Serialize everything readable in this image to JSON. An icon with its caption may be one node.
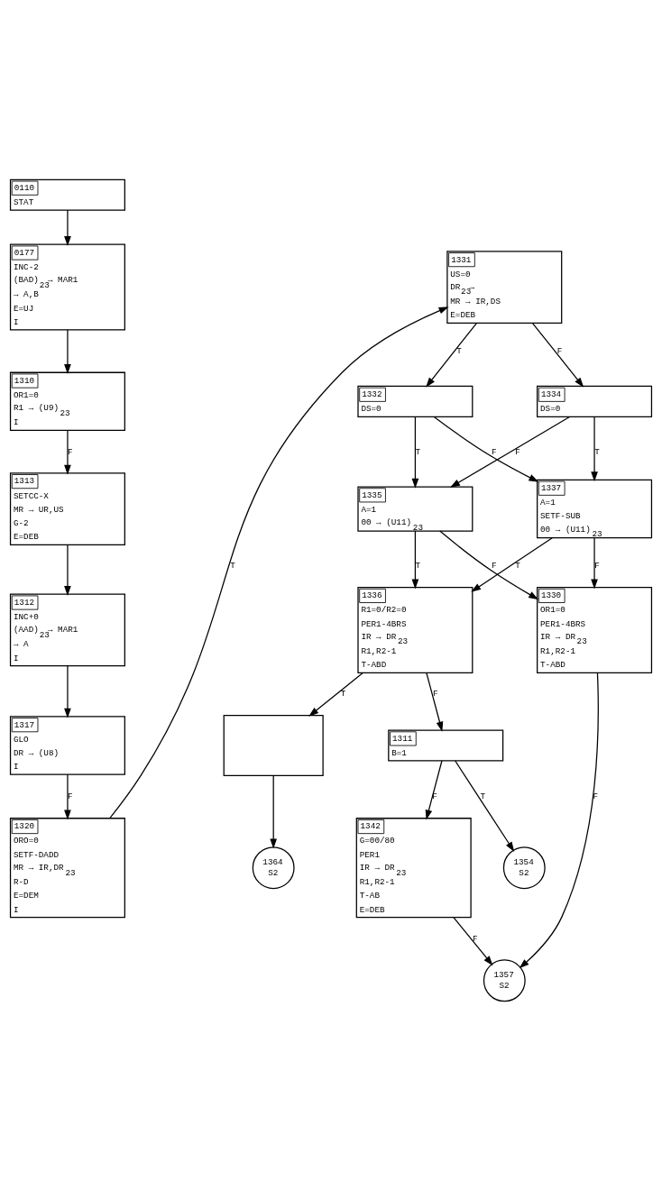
{
  "diagram": {
    "nodes": [
      {
        "text": [
          "0110",
          "STAT"
        ]
      },
      {
        "text": [
          "0177",
          "INC-2",
          "(BAD)$_{23}$→ MAR1",
          "→ A,B",
          "E=UJ",
          "I"
        ]
      },
      {
        "text": [
          "1310",
          "OR1=0",
          "R1 → (U9)$_{23}$",
          "I"
        ]
      },
      {
        "text": [
          "1313",
          "SETCC-X",
          "MR → UR,US",
          "G-2",
          "E=DEB"
        ]
      },
      {
        "text": [
          "1312",
          "INC+0",
          "(AAD)$_{23}$→ MAR1",
          "→ A",
          "I"
        ]
      },
      {
        "text": [
          "1317",
          "GLO",
          "DR → (U8)",
          "I"
        ]
      },
      {
        "text": [
          "1320",
          "ORO=0",
          "SETF-DADD",
          "MR → IR,DR$_{23}$",
          "R-D",
          "E=DEM",
          "I"
        ]
      },
      {
        "text": [
          "1331",
          "US=0",
          "DR$_{23}$→",
          "MR → IR,DS",
          "E=DEB"
        ]
      },
      {
        "text": [
          "1332",
          "DS=0"
        ]
      },
      {
        "text": [
          "1334",
          "DS=0"
        ]
      },
      {
        "text": [
          "1335",
          "A=1",
          "00 → (U11)$_{23}$"
        ]
      },
      {
        "text": [
          "1337",
          "A=1",
          "SETF-SUB",
          "00 → (U11)$_{23}$"
        ]
      },
      {
        "text": [
          "1336",
          "R1=0/R2=0",
          "PER1-4BRS",
          "IR → DR$_{23}$",
          "R1,R2-1",
          "T-ABD"
        ]
      },
      {
        "text": [
          "1330",
          "OR1=0",
          "PER1-4BRS",
          "IR → DR$_{23}$",
          "R1,R2-1",
          "T-ABD"
        ]
      },
      {
        "text": [],
        "shape": "box"
      },
      {
        "text": [
          "1311",
          "B=1"
        ]
      },
      {
        "text": [
          "1364",
          "S2"
        ]
      },
      {
        "text": [
          "1354",
          "S2"
        ]
      },
      {
        "text": [
          "1342",
          "G=00/80",
          "PER1",
          "IR → DR$_{23}$",
          "R1,R2-1",
          "T-AB",
          "E=DEB"
        ]
      },
      {
        "text": [
          "1357",
          "S2"
        ]
      }
    ],
    "edges": [
      {
        "from": 0,
        "to": 1,
        "arrow": "to"
      },
      {
        "from": 1,
        "to": 2,
        "arrow": "to"
      },
      {
        "from": 2,
        "to": 3,
        "arrow": "to",
        "label": "F"
      },
      {
        "from": 3,
        "to": 4,
        "arrow": "to"
      },
      {
        "from": 4,
        "to": 5,
        "arrow": "to"
      },
      {
        "from": 5,
        "to": 6,
        "arrow": "to",
        "label": "F"
      },
      {
        "from": 6,
        "to": 7,
        "arrow": "to",
        "label": "T"
      },
      {
        "from": 7,
        "to": 8,
        "arrow": "to",
        "label": "T"
      },
      {
        "from": 7,
        "to": 9,
        "arrow": "to",
        "label": "F"
      },
      {
        "from": 8,
        "to": 10,
        "arrow": "to",
        "label": "T"
      },
      {
        "from": 9,
        "to": 10,
        "arrow": "to",
        "label": "F"
      },
      {
        "from": 8,
        "to": 11,
        "arrow": "to",
        "label": "F"
      },
      {
        "from": 9,
        "to": 11,
        "arrow": "to",
        "label": "T"
      },
      {
        "from": 10,
        "to": 12,
        "arrow": "to",
        "label": "T"
      },
      {
        "from": 11,
        "to": 12,
        "arrow": "to",
        "label": "T"
      },
      {
        "from": 10,
        "to": 13,
        "arrow": "to",
        "label": "F"
      },
      {
        "from": 11,
        "to": 13,
        "arrow": "to",
        "label": "F"
      },
      {
        "from": 12,
        "to": 14,
        "arrow": "to",
        "label": "T"
      },
      {
        "from": 12,
        "to": 15,
        "arrow": "to",
        "label": "F"
      },
      {
        "from": 13,
        "to": 19,
        "arrow": "to",
        "label": "F"
      },
      {
        "from": 14,
        "to": 16,
        "arrow": "to"
      },
      {
        "from": 15,
        "to": 17,
        "arrow": "to",
        "label": "T"
      },
      {
        "from": 15,
        "to": 18,
        "arrow": "to",
        "label": "F"
      },
      {
        "from": 18,
        "to": 19,
        "arrow": "to",
        "label": "F"
      }
    ]
  }
}
